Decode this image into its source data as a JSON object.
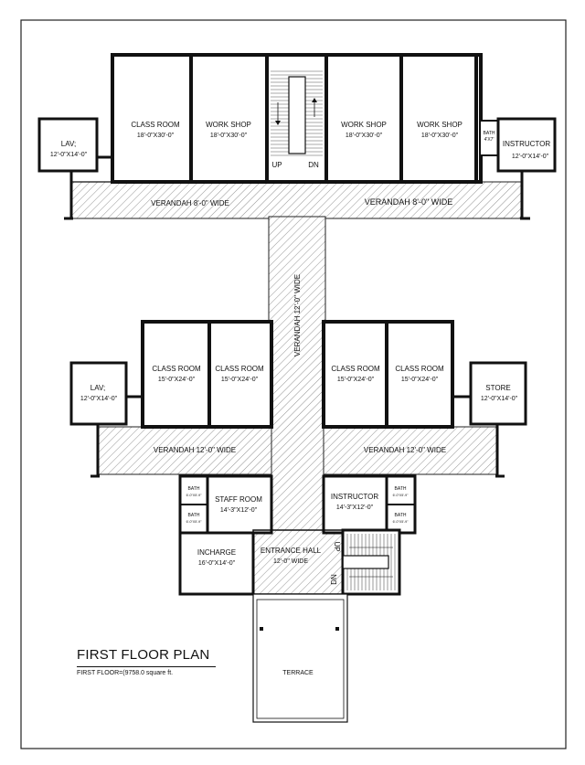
{
  "plan": {
    "title": "FIRST FLOOR PLAN",
    "subtitle": "FIRST FLOOR=(9758.0 square ft.",
    "rooms": {
      "classroom_top": {
        "name": "CLASS ROOM",
        "dim": "18'-0\"X30'-0\""
      },
      "workshop_1": {
        "name": "WORK SHOP",
        "dim": "18'-0\"X30'-0\""
      },
      "workshop_2": {
        "name": "WORK SHOP",
        "dim": "18'-0\"X30'-0\""
      },
      "workshop_3": {
        "name": "WORK SHOP",
        "dim": "18'-0\"X30'-0\""
      },
      "lav_top": {
        "name": "LAV;",
        "dim": "12'-0\"X14'-0\""
      },
      "bath_top": {
        "name": "BATH",
        "dim": "4'X7'"
      },
      "instructor_top": {
        "name": "INSTRUCTOR",
        "dim": "12'-0\"X14'-0\""
      },
      "stair_up": "UP",
      "stair_dn": "DN",
      "lav_mid": {
        "name": "LAV;",
        "dim": "12'-0\"X14'-0\""
      },
      "classroom_m1": {
        "name": "CLASS ROOM",
        "dim": "15'-0\"X24'-0\""
      },
      "classroom_m2": {
        "name": "CLASS ROOM",
        "dim": "15'-0\"X24'-0\""
      },
      "classroom_m3": {
        "name": "CLASS ROOM",
        "dim": "15'-0\"X24'-0\""
      },
      "classroom_m4": {
        "name": "CLASS ROOM",
        "dim": "15'-0\"X24'-0\""
      },
      "store": {
        "name": "STORE",
        "dim": "12'-0\"X14'-0\""
      },
      "bath_l1": {
        "name": "BATH",
        "dim": "6'-0\"X5'-9\""
      },
      "bath_l2": {
        "name": "BATH",
        "dim": "6'-0\"X5'-9\""
      },
      "staff_room": {
        "name": "STAFF ROOM",
        "dim": "14'-3\"X12'-0\""
      },
      "instructor_low": {
        "name": "INSTRUCTOR",
        "dim": "14'-3\"X12'-0\""
      },
      "bath_r1": {
        "name": "BATH",
        "dim": "6'-0\"X5'-9\""
      },
      "bath_r2": {
        "name": "BATH",
        "dim": "6'-0\"X5'-9\""
      },
      "incharge": {
        "name": "INCHARGE",
        "dim": "16'-0\"X14'-0\""
      },
      "entrance": {
        "name": "ENTRANCE HALL",
        "dim": "12'-0\" WIDE"
      },
      "stair2_up": "UP",
      "stair2_dn": "DN",
      "terrace": "TERRACE"
    },
    "verandahs": {
      "top_left": "VERANDAH 8'-0\" WIDE",
      "top_right": "VERANDAH 8'-0\" WIDE",
      "vertical": "VERANDAH 12'-0\" WIDE",
      "mid_left": "VERANDAH 12'-0\" WIDE",
      "mid_right": "VERANDAH 12'-0\" WIDE"
    }
  }
}
